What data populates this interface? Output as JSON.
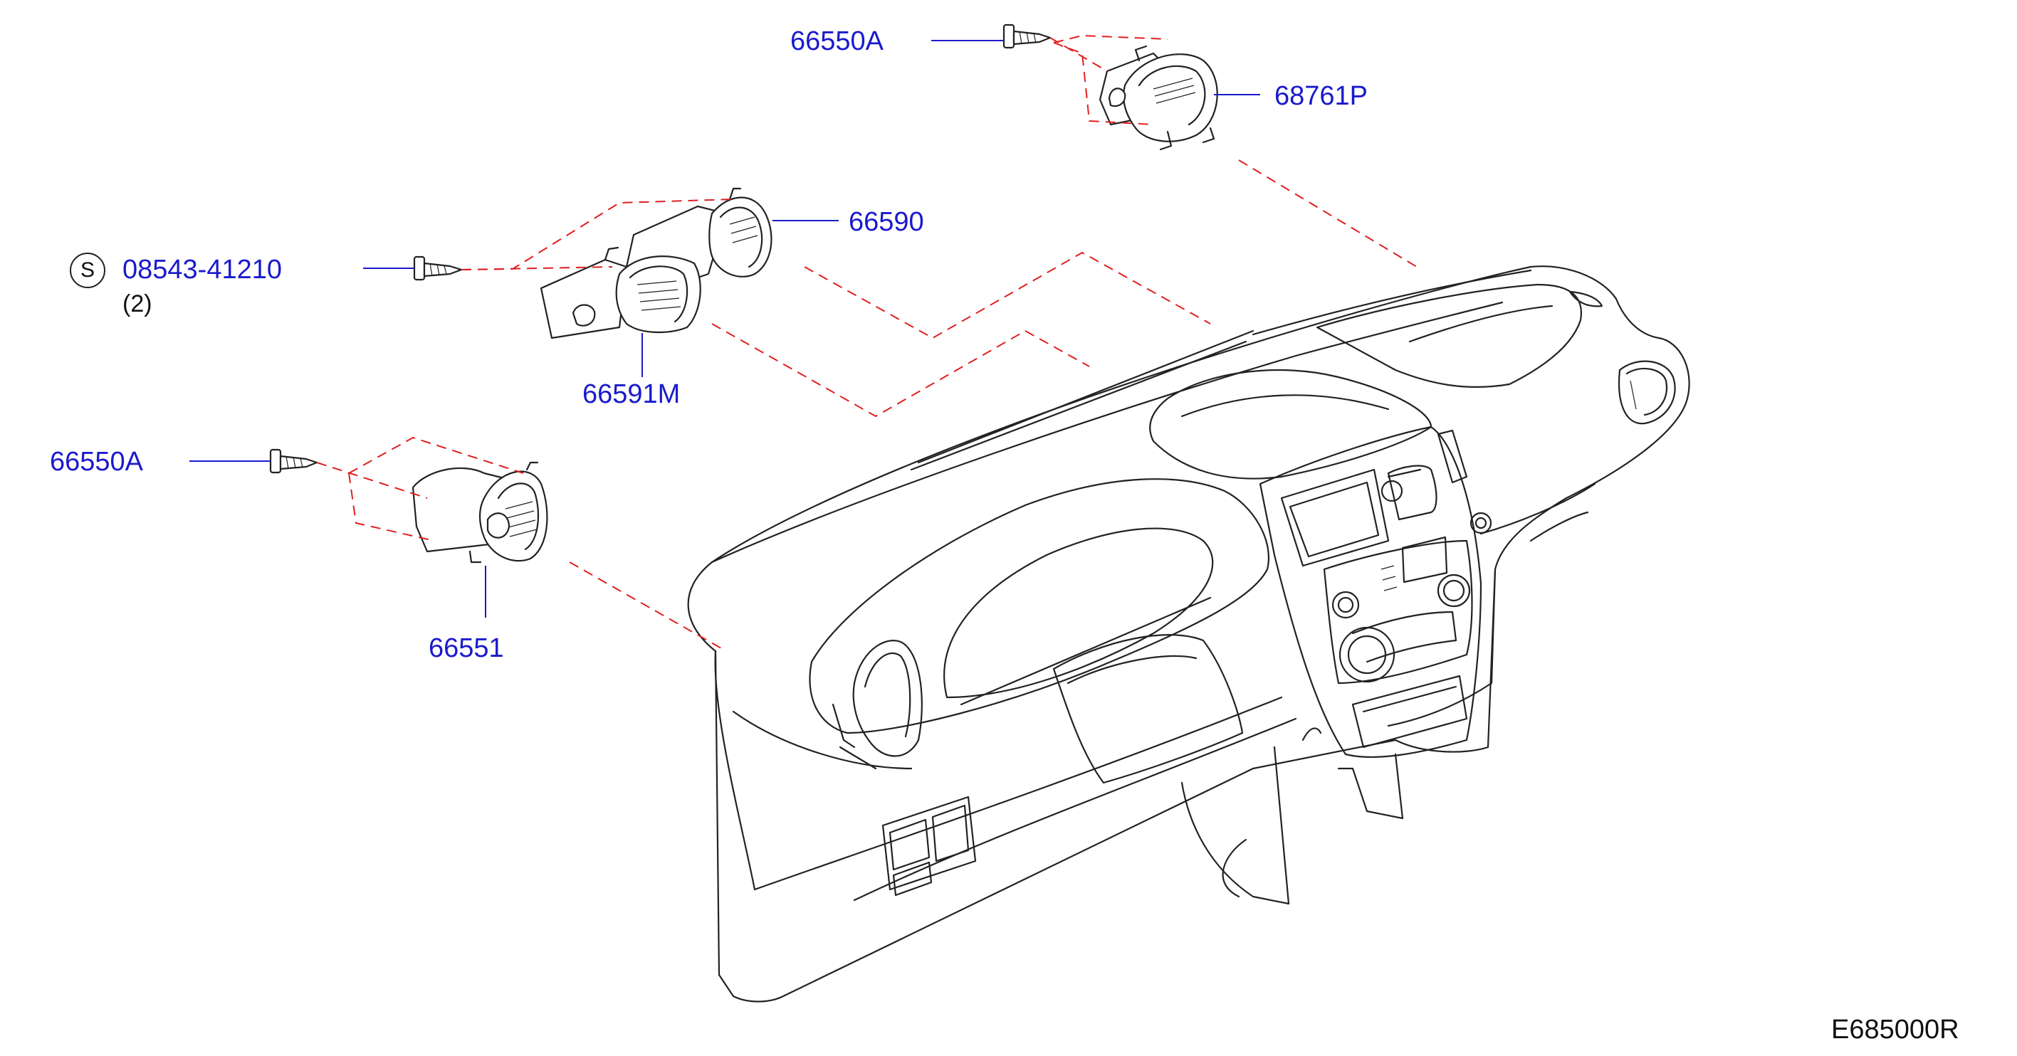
{
  "diagram_code": "E685000R",
  "callouts": [
    {
      "id": "screw-upper-right",
      "label": "66550A"
    },
    {
      "id": "vent-side-right",
      "label": "68761P"
    },
    {
      "id": "vent-center-right",
      "label": "66590"
    },
    {
      "id": "screw-center",
      "symbol": "S",
      "label": "08543-41210",
      "quantity": "(2)"
    },
    {
      "id": "vent-center-left",
      "label": "66591M"
    },
    {
      "id": "screw-left",
      "label": "66550A"
    },
    {
      "id": "vent-side-left",
      "label": "66551"
    }
  ],
  "colors": {
    "label": "#1a1acc",
    "leader": "#1a1acc",
    "dashed_guide": "#e02020",
    "line_art": "#222222"
  }
}
